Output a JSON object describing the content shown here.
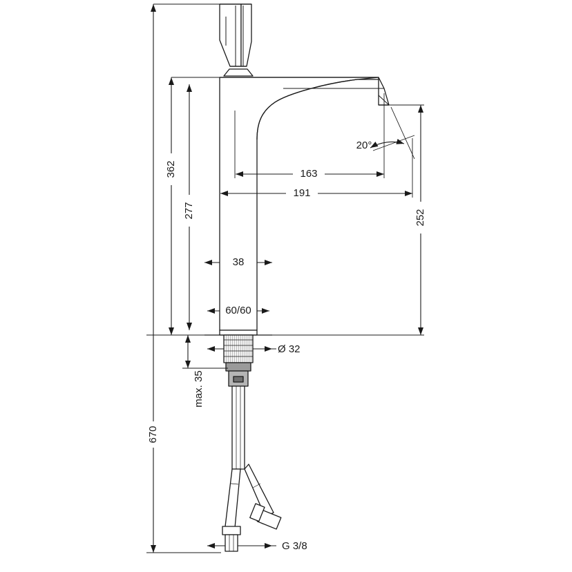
{
  "drawing": {
    "title": "Technical dimension drawing of a tall single-lever basin mixer faucet",
    "units": "mm",
    "line_color": "#1a1a1a",
    "fill_color": "#ffffff",
    "hatch_color": "#555555",
    "background": "#ffffff"
  },
  "dimensions": {
    "overall_height_total": "670",
    "spout_height_from_deck": "362",
    "body_height": "277",
    "spout_reach_inner": "163",
    "spout_reach_outer": "191",
    "body_diameter": "38",
    "base_dimension": "60/60",
    "shank_diameter": "Ø 32",
    "aerator_height_from_deck": "252",
    "max_deck_thickness": "max. 35",
    "spout_angle": "20°",
    "connection_thread": "G 3/8"
  },
  "labels": [
    {
      "id": "dim-670",
      "text": "670"
    },
    {
      "id": "dim-362",
      "text": "362"
    },
    {
      "id": "dim-277",
      "text": "277"
    },
    {
      "id": "dim-163",
      "text": "163"
    },
    {
      "id": "dim-191",
      "text": "191"
    },
    {
      "id": "dim-38",
      "text": "38"
    },
    {
      "id": "dim-6060",
      "text": "60/60"
    },
    {
      "id": "dim-d32",
      "text": "Ø 32"
    },
    {
      "id": "dim-252",
      "text": "252"
    },
    {
      "id": "dim-max35",
      "text": "max. 35"
    },
    {
      "id": "dim-20deg",
      "text": "20°"
    },
    {
      "id": "dim-g38",
      "text": "G 3/8"
    }
  ]
}
